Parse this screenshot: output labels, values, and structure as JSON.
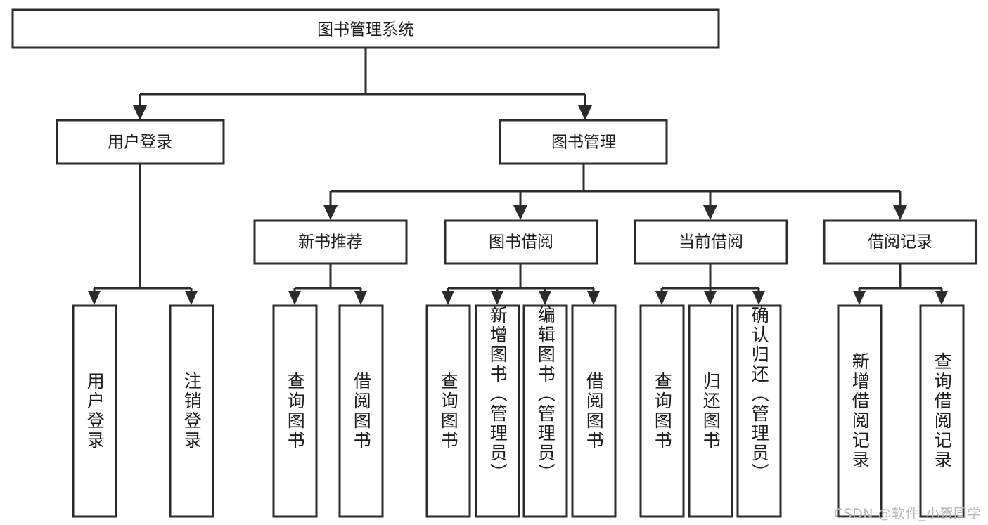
{
  "diagram": {
    "title": "图书管理系统",
    "watermark": "CSDN @软件_小贺同学",
    "colors": {
      "stroke": "#2b2b2b",
      "node_fill": "#ffffff",
      "text": "#1b1b1b",
      "background": "#ffffff",
      "watermark": "#b9b9b9"
    },
    "levels": {
      "root": {
        "label": "图书管理系统"
      },
      "level2": [
        {
          "label": "用户登录"
        },
        {
          "label": "图书管理"
        }
      ],
      "level3": [
        {
          "label": "新书推荐"
        },
        {
          "label": "图书借阅"
        },
        {
          "label": "当前借阅"
        },
        {
          "label": "借阅记录"
        }
      ],
      "leaves": [
        {
          "label": "用户登录",
          "parent": "用户登录"
        },
        {
          "label": "注销登录",
          "parent": "用户登录"
        },
        {
          "label": "查询图书",
          "parent": "新书推荐"
        },
        {
          "label": "借阅图书",
          "parent": "新书推荐"
        },
        {
          "label": "查询图书",
          "parent": "图书借阅"
        },
        {
          "label": "新增图书（管理员）",
          "parent": "图书借阅"
        },
        {
          "label": "编辑图书（管理员）",
          "parent": "图书借阅"
        },
        {
          "label": "借阅图书",
          "parent": "图书借阅"
        },
        {
          "label": "查询图书",
          "parent": "当前借阅"
        },
        {
          "label": "归还图书",
          "parent": "当前借阅"
        },
        {
          "label": "确认归还（管理员）",
          "parent": "当前借阅"
        },
        {
          "label": "新增借阅记录",
          "parent": "借阅记录"
        },
        {
          "label": "查询借阅记录",
          "parent": "借阅记录"
        }
      ]
    }
  }
}
